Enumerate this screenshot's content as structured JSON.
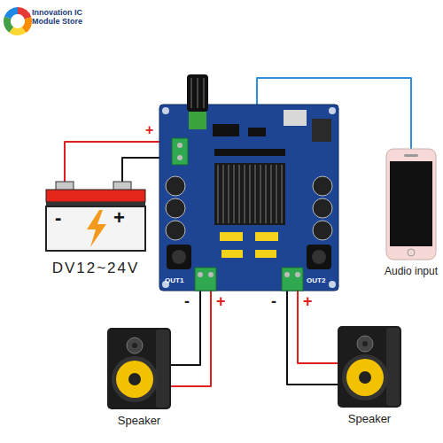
{
  "diagram": {
    "nodes": [
      {
        "text": [
          "-",
          "+",
          "DV12~24V"
        ]
      },
      {
        "text": [
          "OUT1",
          "OUT2"
        ]
      },
      {
        "text": [
          "Audio input"
        ]
      },
      {
        "text": [
          "Speaker"
        ]
      },
      {
        "text": [
          "Speaker"
        ]
      }
    ],
    "edges": [
      {
        "from": 0,
        "to": 1,
        "arrow": "none"
      },
      {
        "from": 2,
        "to": 1,
        "arrow": "none"
      },
      {
        "from": 1,
        "to": 3,
        "arrow": "none"
      },
      {
        "from": 1,
        "to": 4,
        "arrow": "none"
      }
    ],
    "labels": [
      "Innovation IC Module Store",
      "+",
      "-",
      "+",
      "-",
      "+"
    ]
  }
}
